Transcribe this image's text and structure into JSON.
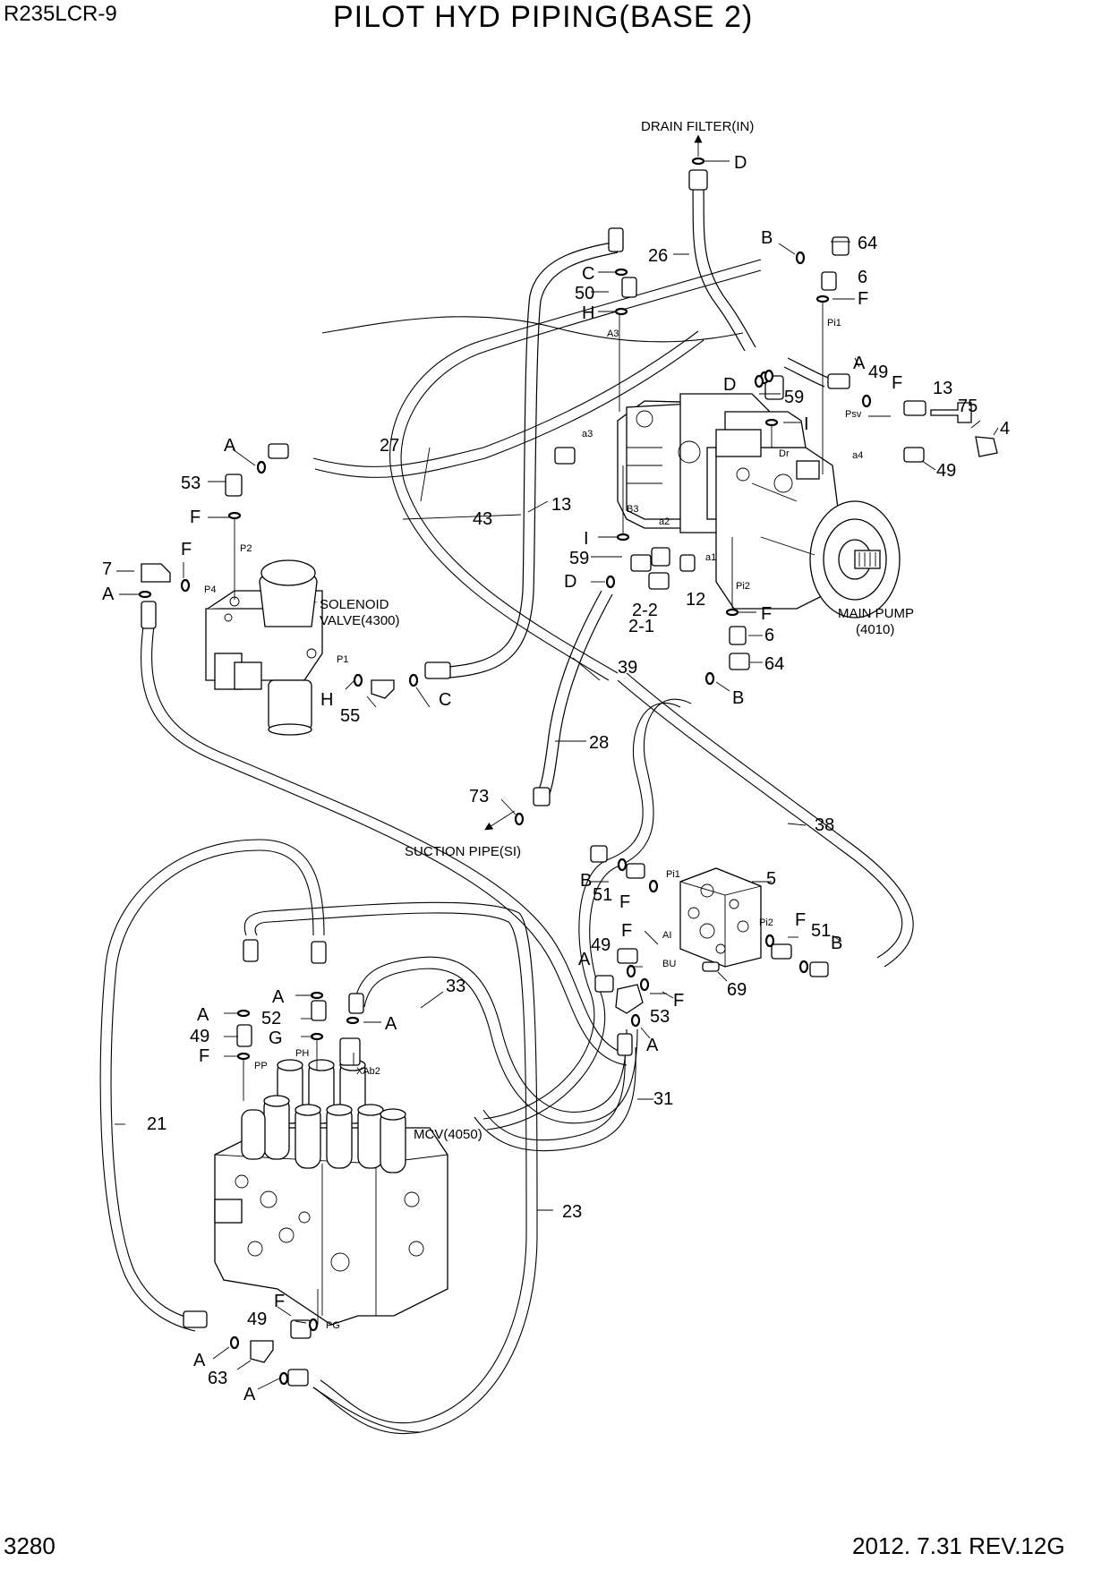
{
  "header": {
    "model": "R235LCR-9",
    "title": "PILOT HYD PIPING(BASE 2)"
  },
  "footer": {
    "page": "3280",
    "revision": "2012. 7.31  REV.12G"
  },
  "components": {
    "drain_filter": "DRAIN FILTER(IN)",
    "main_pump": [
      "MAIN PUMP",
      "(4010)"
    ],
    "solenoid_valve": [
      "SOLENOID",
      "VALVE(4300)"
    ],
    "suction_pipe": "SUCTION PIPE(SI)",
    "mcv": "MCV(4050)"
  },
  "callouts": [
    {
      "id": "d1",
      "text": "D"
    },
    {
      "id": "n26",
      "text": "26"
    },
    {
      "id": "b1",
      "text": "B"
    },
    {
      "id": "n64a",
      "text": "64"
    },
    {
      "id": "n6a",
      "text": "6"
    },
    {
      "id": "f1",
      "text": "F"
    },
    {
      "id": "c1",
      "text": "C"
    },
    {
      "id": "n50",
      "text": "50"
    },
    {
      "id": "h1",
      "text": "H"
    },
    {
      "id": "a1",
      "text": "A"
    },
    {
      "id": "n49a",
      "text": "49"
    },
    {
      "id": "f2",
      "text": "F"
    },
    {
      "id": "n13a",
      "text": "13"
    },
    {
      "id": "n75",
      "text": "75"
    },
    {
      "id": "n4",
      "text": "4"
    },
    {
      "id": "d2",
      "text": "D"
    },
    {
      "id": "n59a",
      "text": "59"
    },
    {
      "id": "i1",
      "text": "I"
    },
    {
      "id": "n49b",
      "text": "49"
    },
    {
      "id": "a2",
      "text": "A"
    },
    {
      "id": "n27",
      "text": "27"
    },
    {
      "id": "n53a",
      "text": "53"
    },
    {
      "id": "f3",
      "text": "F"
    },
    {
      "id": "n43",
      "text": "43"
    },
    {
      "id": "n13b",
      "text": "13"
    },
    {
      "id": "i2",
      "text": "I"
    },
    {
      "id": "n7",
      "text": "7"
    },
    {
      "id": "f4",
      "text": "F"
    },
    {
      "id": "a3",
      "text": "A"
    },
    {
      "id": "n59b",
      "text": "59"
    },
    {
      "id": "d3",
      "text": "D"
    },
    {
      "id": "n12",
      "text": "12"
    },
    {
      "id": "n22",
      "text": "2-2"
    },
    {
      "id": "n21b",
      "text": "2-1"
    },
    {
      "id": "f5",
      "text": "F"
    },
    {
      "id": "n6b",
      "text": "6"
    },
    {
      "id": "n64b",
      "text": "64"
    },
    {
      "id": "h2",
      "text": "H"
    },
    {
      "id": "n55",
      "text": "55"
    },
    {
      "id": "c2",
      "text": "C"
    },
    {
      "id": "b2",
      "text": "B"
    },
    {
      "id": "n39",
      "text": "39"
    },
    {
      "id": "n28",
      "text": "28"
    },
    {
      "id": "n73",
      "text": "73"
    },
    {
      "id": "n38",
      "text": "38"
    },
    {
      "id": "n5",
      "text": "5"
    },
    {
      "id": "b3",
      "text": "B"
    },
    {
      "id": "n51a",
      "text": "51"
    },
    {
      "id": "f6",
      "text": "F"
    },
    {
      "id": "f7",
      "text": "F"
    },
    {
      "id": "n51b",
      "text": "51"
    },
    {
      "id": "b4",
      "text": "B"
    },
    {
      "id": "f8",
      "text": "F"
    },
    {
      "id": "n49c",
      "text": "49"
    },
    {
      "id": "a4",
      "text": "A"
    },
    {
      "id": "n69",
      "text": "69"
    },
    {
      "id": "n53b",
      "text": "53"
    },
    {
      "id": "f9",
      "text": "F"
    },
    {
      "id": "a5",
      "text": "A"
    },
    {
      "id": "n33",
      "text": "33"
    },
    {
      "id": "a6",
      "text": "A"
    },
    {
      "id": "n52",
      "text": "52"
    },
    {
      "id": "a7",
      "text": "A"
    },
    {
      "id": "a8",
      "text": "A"
    },
    {
      "id": "n49d",
      "text": "49"
    },
    {
      "id": "g1",
      "text": "G"
    },
    {
      "id": "f10",
      "text": "F"
    },
    {
      "id": "n31",
      "text": "31"
    },
    {
      "id": "n21",
      "text": "21"
    },
    {
      "id": "n23",
      "text": "23"
    },
    {
      "id": "f11",
      "text": "F"
    },
    {
      "id": "n49e",
      "text": "49"
    },
    {
      "id": "a9",
      "text": "A"
    },
    {
      "id": "n63",
      "text": "63"
    },
    {
      "id": "a10",
      "text": "A"
    }
  ],
  "port_labels": [
    {
      "id": "pi1a",
      "text": "Pi1"
    },
    {
      "id": "a3p",
      "text": "A3"
    },
    {
      "id": "a3s",
      "text": "a3"
    },
    {
      "id": "psv",
      "text": "Psv"
    },
    {
      "id": "a4s",
      "text": "a4"
    },
    {
      "id": "dr",
      "text": "Dr"
    },
    {
      "id": "b3p",
      "text": "B3"
    },
    {
      "id": "a2s",
      "text": "a2"
    },
    {
      "id": "a1s",
      "text": "a1"
    },
    {
      "id": "pi2a",
      "text": "Pi2"
    },
    {
      "id": "p2",
      "text": "P2"
    },
    {
      "id": "p4",
      "text": "P4"
    },
    {
      "id": "p1",
      "text": "P1"
    },
    {
      "id": "pi1b",
      "text": "Pi1"
    },
    {
      "id": "pi2b",
      "text": "Pi2"
    },
    {
      "id": "ai",
      "text": "AI"
    },
    {
      "id": "bu",
      "text": "BU"
    },
    {
      "id": "pp",
      "text": "PP"
    },
    {
      "id": "ph",
      "text": "PH"
    },
    {
      "id": "xab2",
      "text": "XAb2"
    },
    {
      "id": "pg",
      "text": "PG"
    }
  ]
}
